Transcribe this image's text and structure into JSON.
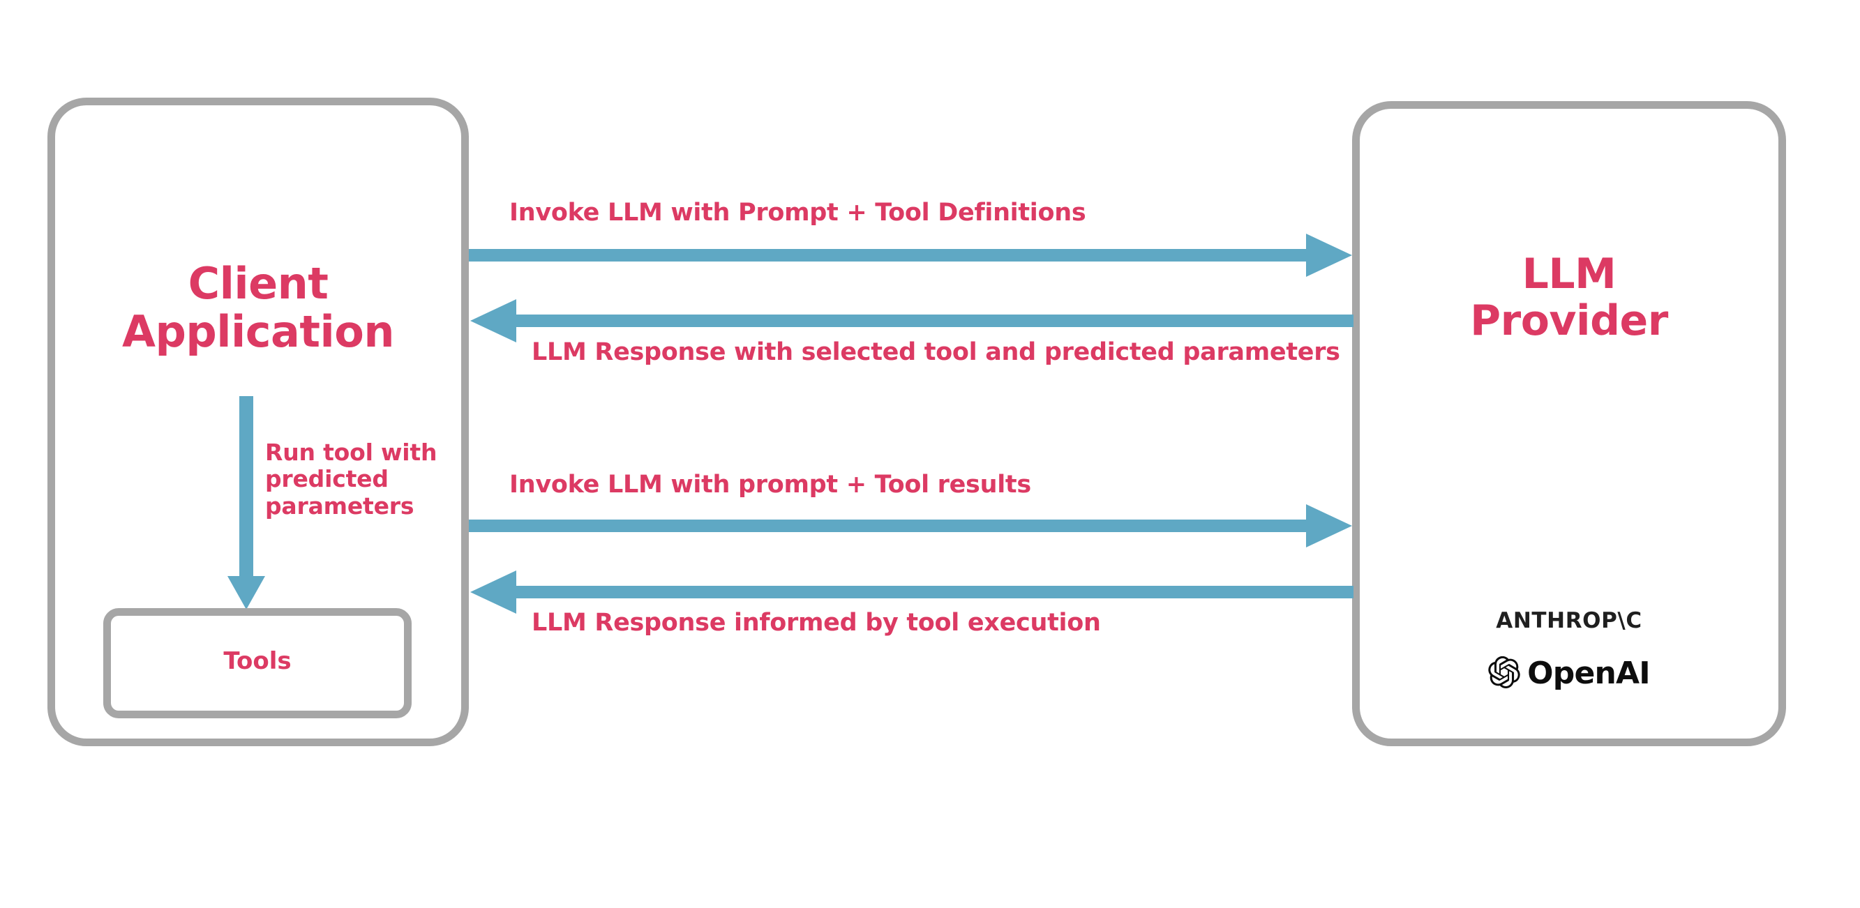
{
  "diagram": {
    "title": "LLM tool-calling interaction flow",
    "background_color": "#ffffff",
    "accent_text_color": "#dc3a63",
    "arrow_color": "#5fa8c4",
    "box_border_color": "#a6a6a6"
  },
  "nodes": {
    "client": {
      "label": "Client\nApplication",
      "tools": {
        "label": "Tools"
      },
      "internal_arrow_label": "Run tool with\npredicted\nparameters"
    },
    "provider": {
      "label": "LLM\nProvider",
      "vendors": [
        {
          "name": "anthropic-logo",
          "label": "ANTHROP\\C"
        },
        {
          "name": "openai-logo",
          "label": "OpenAI"
        }
      ]
    }
  },
  "flows": [
    {
      "id": "invoke-1",
      "label": "Invoke LLM with Prompt + Tool Definitions",
      "direction": "right",
      "label_position": "above"
    },
    {
      "id": "response-1",
      "label": "LLM Response with selected tool and predicted parameters",
      "direction": "left",
      "label_position": "below"
    },
    {
      "id": "invoke-2",
      "label": "Invoke LLM with prompt + Tool results",
      "direction": "right",
      "label_position": "above"
    },
    {
      "id": "response-2",
      "label": "LLM Response informed by tool execution",
      "direction": "left",
      "label_position": "below"
    }
  ]
}
